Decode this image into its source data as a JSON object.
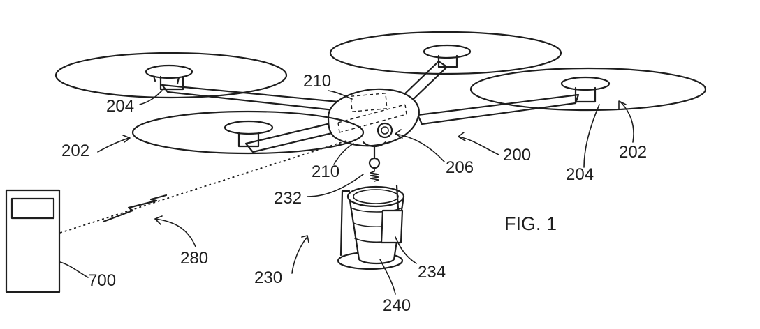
{
  "figure": {
    "caption": "FIG. 1",
    "labels": {
      "drone": "200",
      "rotor_left": "202",
      "rotor_right": "202",
      "motor_left": "204",
      "motor_right": "204",
      "hub_top": "210",
      "hub_bottom": "210",
      "camera": "206",
      "attachment": "232",
      "payload_assembly": "230",
      "cup_sleeve": "234",
      "cup": "240",
      "wireless_link": "280",
      "remote_device": "700"
    }
  }
}
